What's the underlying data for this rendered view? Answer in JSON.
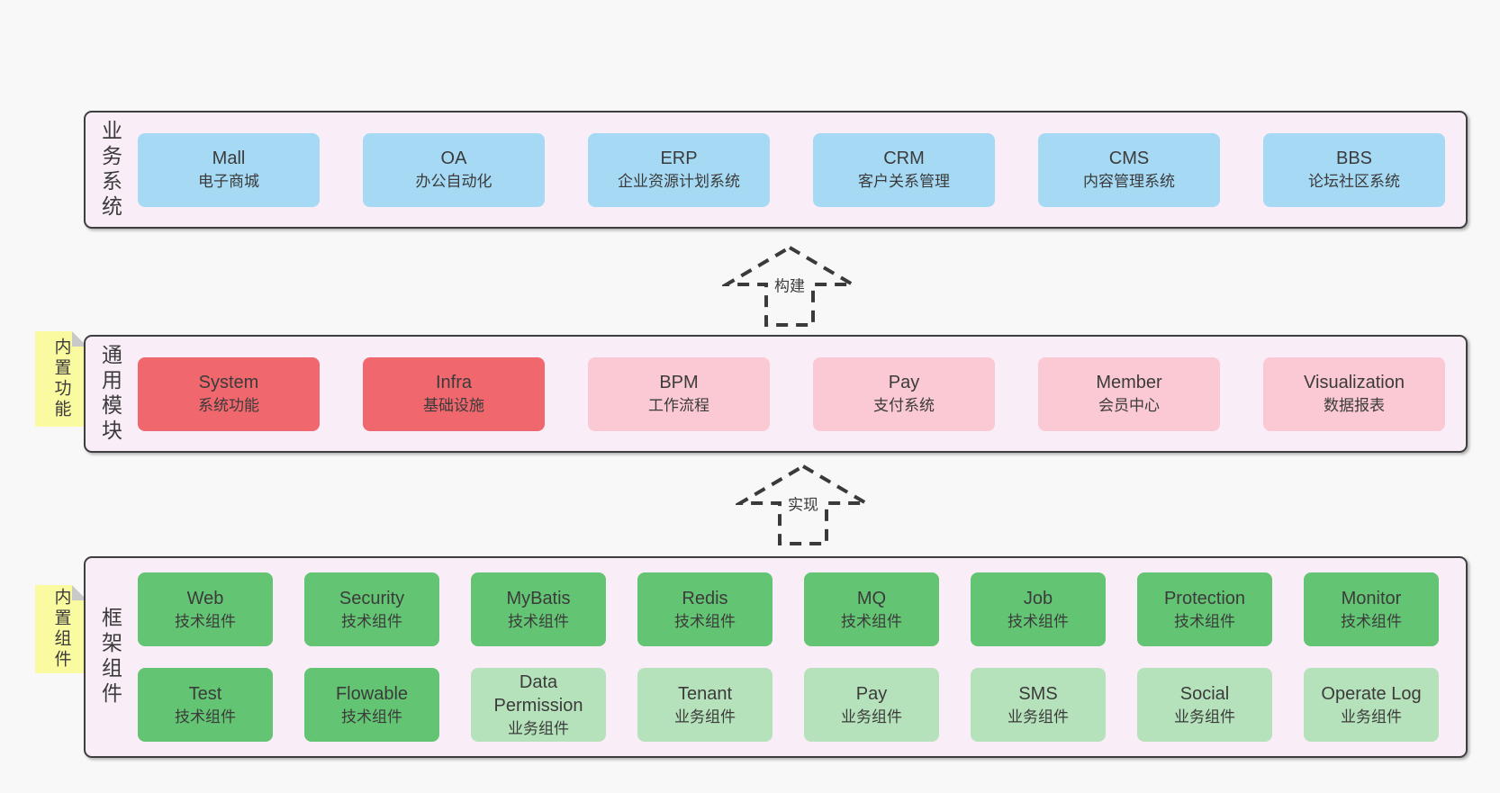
{
  "colors": {
    "page-bg": "#f8f8f8",
    "band-bg": "#f9edf7",
    "band-border": "#3f3f3f",
    "blue": "#a6d9f4",
    "red": "#f0676d",
    "pink": "#fac9d3",
    "green": "#63c573",
    "green-light": "#b5e2bb",
    "note-yellow": "#fafaa0",
    "note-fold": "#c9c9c9",
    "text": "#3b3b3b",
    "arrow": "#3a3a3a"
  },
  "arrows": [
    {
      "label": "构建"
    },
    {
      "label": "实现"
    }
  ],
  "bands": [
    {
      "label": "业务系统",
      "note": "",
      "rows": [
        [
          {
            "title": "Mall",
            "subtitle": "电子商城",
            "variant": "blue"
          },
          {
            "title": "OA",
            "subtitle": "办公自动化",
            "variant": "blue"
          },
          {
            "title": "ERP",
            "subtitle": "企业资源计划系统",
            "variant": "blue"
          },
          {
            "title": "CRM",
            "subtitle": "客户关系管理",
            "variant": "blue"
          },
          {
            "title": "CMS",
            "subtitle": "内容管理系统",
            "variant": "blue"
          },
          {
            "title": "BBS",
            "subtitle": "论坛社区系统",
            "variant": "blue"
          }
        ]
      ]
    },
    {
      "label": "通用模块",
      "note": "内置功能",
      "rows": [
        [
          {
            "title": "System",
            "subtitle": "系统功能",
            "variant": "red"
          },
          {
            "title": "Infra",
            "subtitle": "基础设施",
            "variant": "red"
          },
          {
            "title": "BPM",
            "subtitle": "工作流程",
            "variant": "pink"
          },
          {
            "title": "Pay",
            "subtitle": "支付系统",
            "variant": "pink"
          },
          {
            "title": "Member",
            "subtitle": "会员中心",
            "variant": "pink"
          },
          {
            "title": "Visualization",
            "subtitle": "数据报表",
            "variant": "pink"
          }
        ]
      ]
    },
    {
      "label": "框架组件",
      "note": "内置组件",
      "rows": [
        [
          {
            "title": "Web",
            "subtitle": "技术组件",
            "variant": "green"
          },
          {
            "title": "Security",
            "subtitle": "技术组件",
            "variant": "green"
          },
          {
            "title": "MyBatis",
            "subtitle": "技术组件",
            "variant": "green"
          },
          {
            "title": "Redis",
            "subtitle": "技术组件",
            "variant": "green"
          },
          {
            "title": "MQ",
            "subtitle": "技术组件",
            "variant": "green"
          },
          {
            "title": "Job",
            "subtitle": "技术组件",
            "variant": "green"
          },
          {
            "title": "Protection",
            "subtitle": "技术组件",
            "variant": "green"
          },
          {
            "title": "Monitor",
            "subtitle": "技术组件",
            "variant": "green"
          }
        ],
        [
          {
            "title": "Test",
            "subtitle": "技术组件",
            "variant": "green"
          },
          {
            "title": "Flowable",
            "subtitle": "技术组件",
            "variant": "green"
          },
          {
            "title": "Data Permission",
            "subtitle": "业务组件",
            "variant": "green-light"
          },
          {
            "title": "Tenant",
            "subtitle": "业务组件",
            "variant": "green-light"
          },
          {
            "title": "Pay",
            "subtitle": "业务组件",
            "variant": "green-light"
          },
          {
            "title": "SMS",
            "subtitle": "业务组件",
            "variant": "green-light"
          },
          {
            "title": "Social",
            "subtitle": "业务组件",
            "variant": "green-light"
          },
          {
            "title": "Operate Log",
            "subtitle": "业务组件",
            "variant": "green-light"
          }
        ]
      ]
    }
  ]
}
